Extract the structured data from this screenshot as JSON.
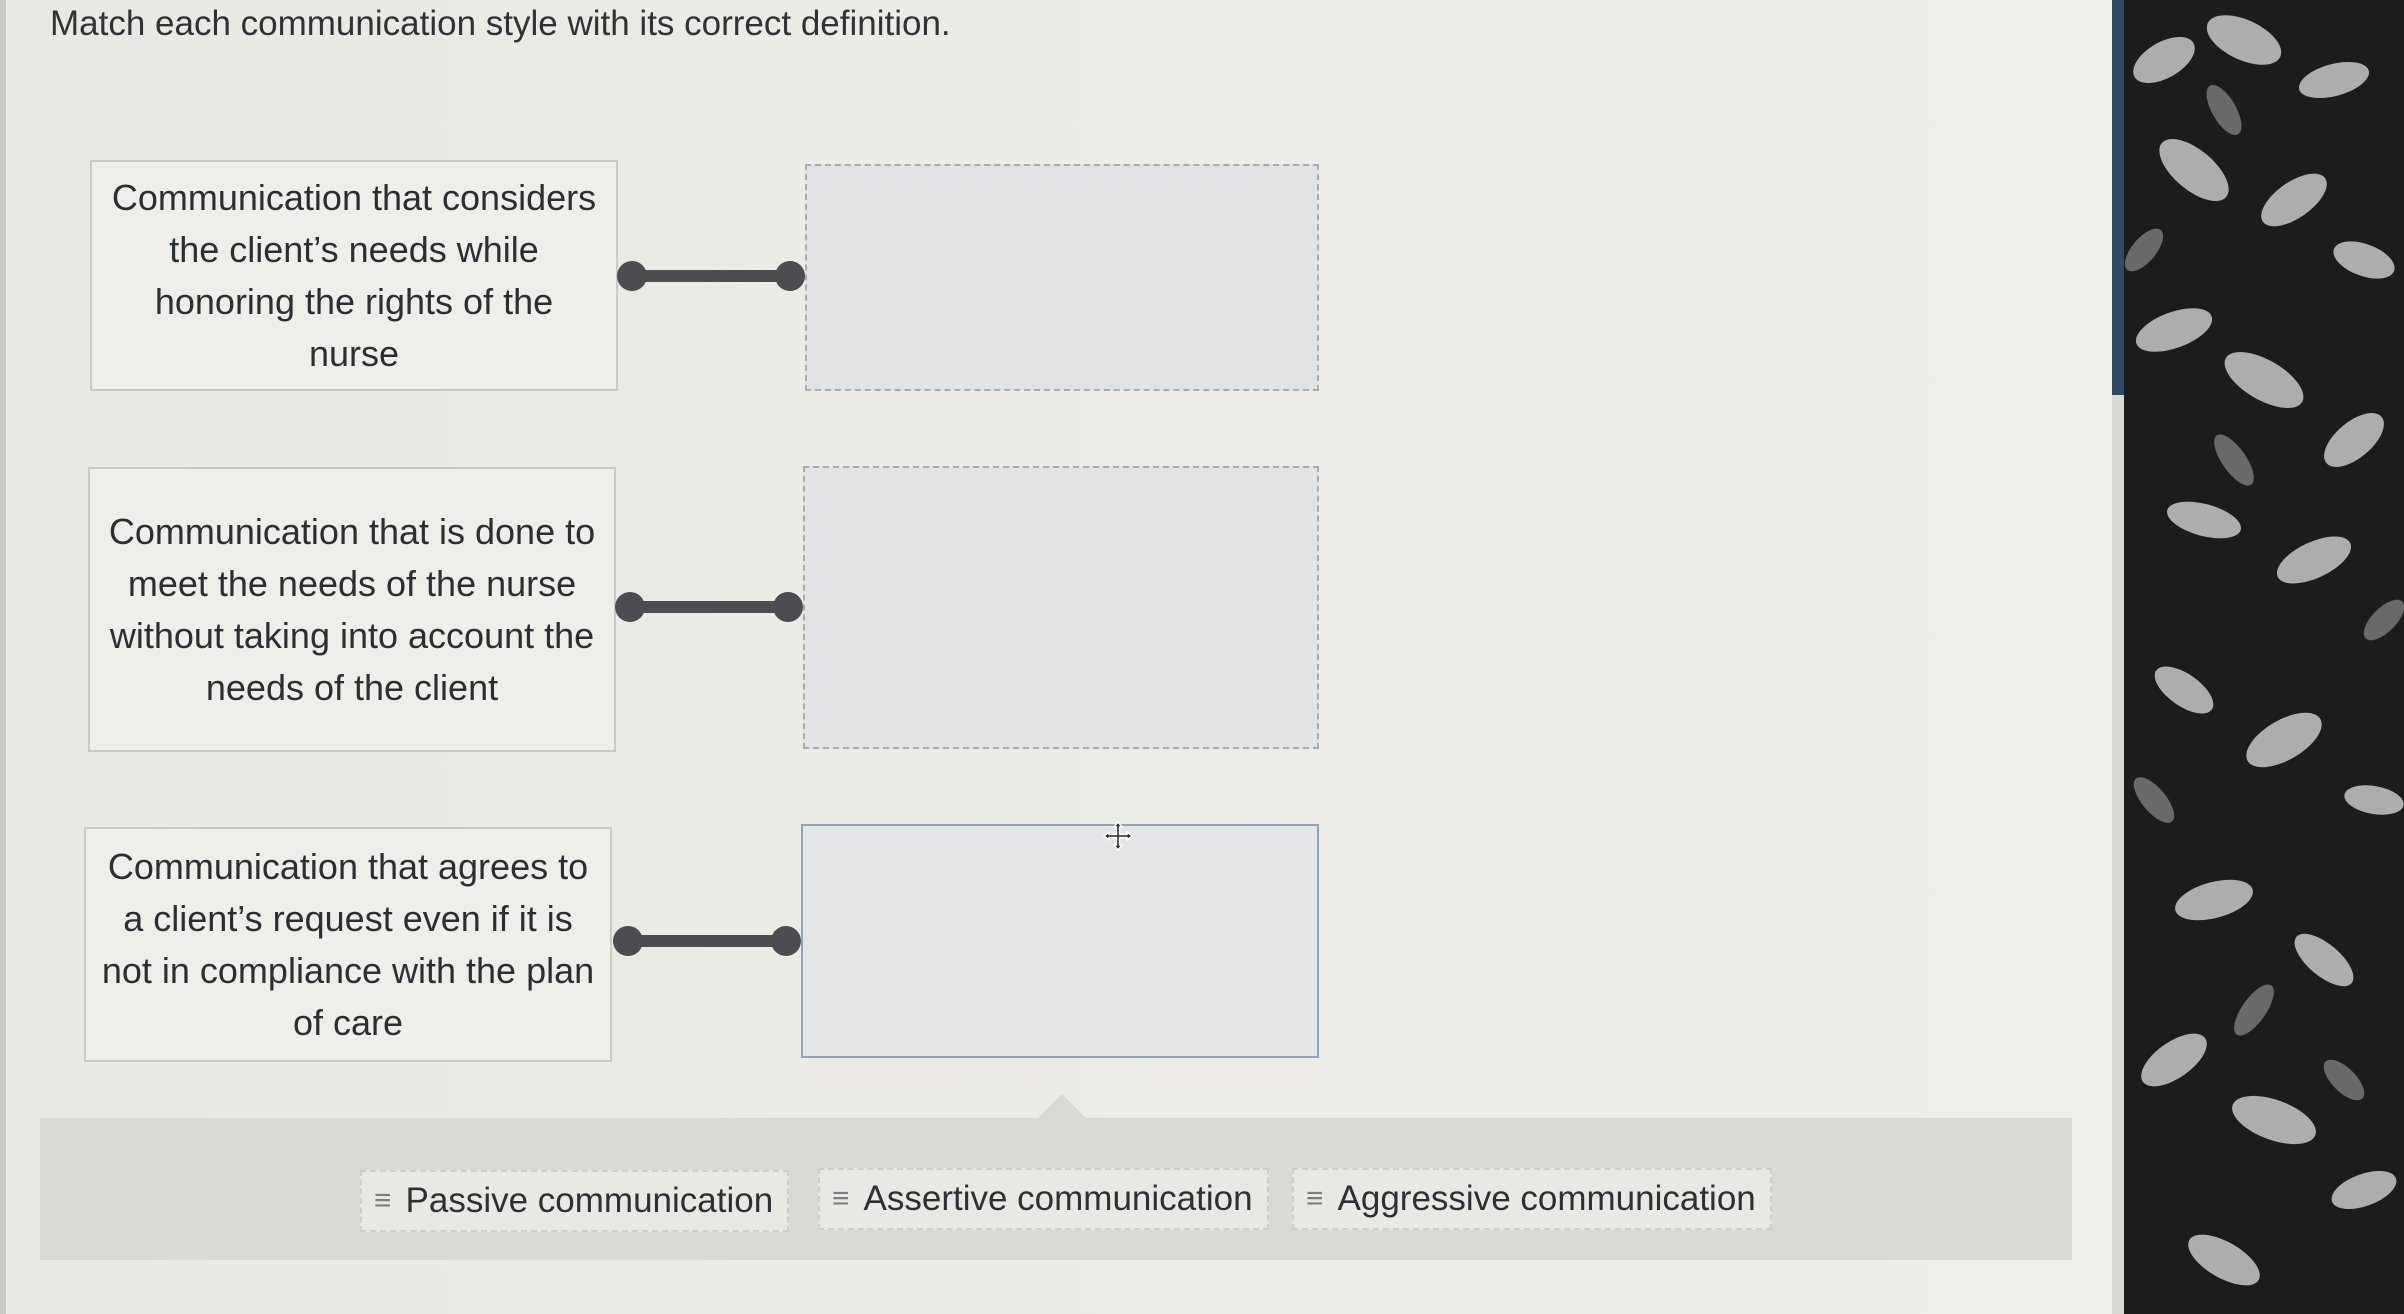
{
  "instruction": "Match each communication style with its correct definition.",
  "definitions": [
    {
      "text": "Communication that considers the client’s needs while honoring the rights of the nurse",
      "drop_value": ""
    },
    {
      "text": "Communication that is done to meet the needs of the nurse without taking into account the needs of the client",
      "drop_value": ""
    },
    {
      "text": "Communication that agrees to a client’s request even if it is not in compliance with the plan of care",
      "drop_value": ""
    }
  ],
  "answer_choices": [
    {
      "label": "Passive communication",
      "icon": "drag-handle-icon"
    },
    {
      "label": "Assertive communication",
      "icon": "drag-handle-icon"
    },
    {
      "label": "Aggressive communication",
      "icon": "drag-handle-icon"
    }
  ],
  "colors": {
    "connector": "#4b4d50",
    "drop_zone_fill": "#e1e3e5",
    "tray": "#dad9d5"
  }
}
